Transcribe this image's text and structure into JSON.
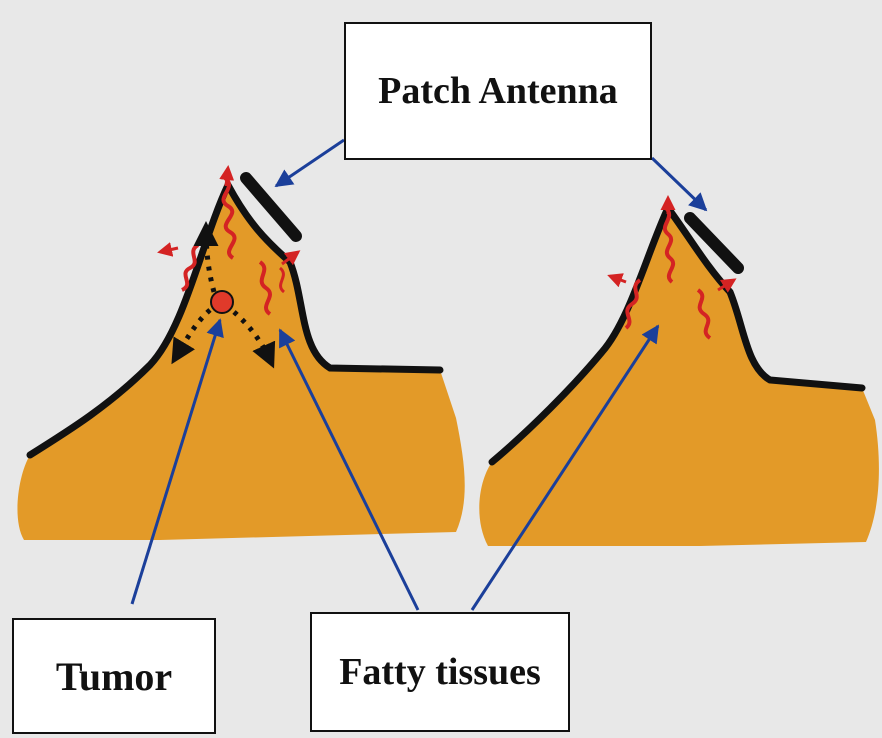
{
  "labels": {
    "patch_antenna": "Patch Antenna",
    "tumor": "Tumor",
    "fatty_tissues": "Fatty tissues"
  },
  "colors": {
    "background": "#e8e8e8",
    "tissue": "#e39a28",
    "outline": "#111111",
    "wave": "#d42323",
    "tumor": "#e03a2a",
    "pointer_arrow": "#1b3f9a",
    "antenna": "#111111"
  }
}
